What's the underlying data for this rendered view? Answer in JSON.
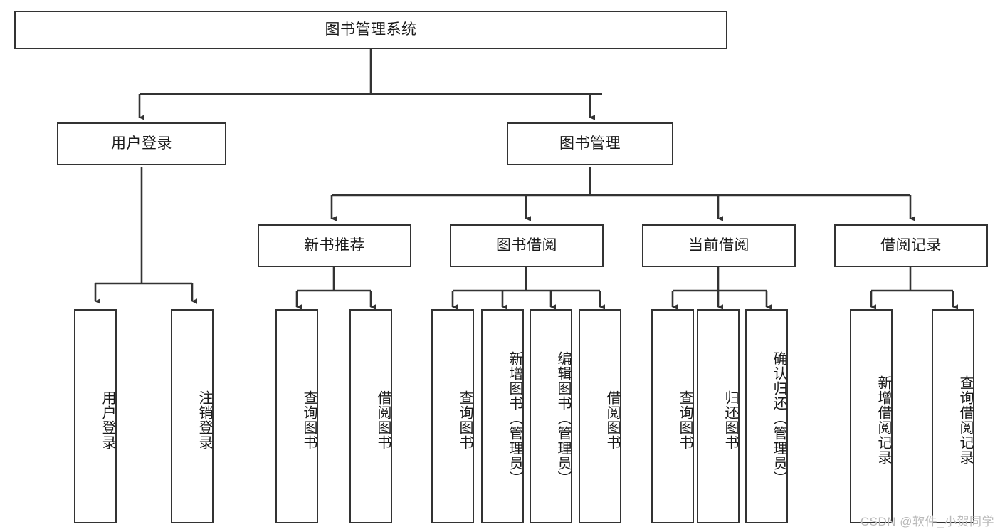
{
  "diagram": {
    "type": "tree-hierarchy",
    "title": "图书管理系统",
    "colors": {
      "box_border": "#333333",
      "box_fill": "#ffffff",
      "connector": "#333333",
      "text": "#1a1a1a",
      "watermark": "#b9b9b9"
    },
    "root": {
      "label": "图书管理系统",
      "name": "root-node"
    },
    "level2": [
      {
        "name": "node-user-login",
        "label": "用户登录"
      },
      {
        "name": "node-book-management",
        "label": "图书管理"
      }
    ],
    "level3": [
      {
        "name": "node-new-book-recommend",
        "label": "新书推荐"
      },
      {
        "name": "node-book-borrow",
        "label": "图书借阅"
      },
      {
        "name": "node-current-borrow",
        "label": "当前借阅"
      },
      {
        "name": "node-borrow-record",
        "label": "借阅记录"
      }
    ],
    "leaves": {
      "user_login": [
        {
          "name": "leaf-user-login",
          "label": "用户登录"
        },
        {
          "name": "leaf-logout-login",
          "label": "注销登录"
        }
      ],
      "new_book_recommend": [
        {
          "name": "leaf-query-book-recommend",
          "label": "查询图书"
        },
        {
          "name": "leaf-borrow-book-recommend",
          "label": "借阅图书"
        }
      ],
      "book_borrow": [
        {
          "name": "leaf-query-book-borrow",
          "label": "查询图书"
        },
        {
          "name": "leaf-add-book-admin",
          "label": "新增图书（管理员）"
        },
        {
          "name": "leaf-edit-book-admin",
          "label": "编辑图书（管理员）"
        },
        {
          "name": "leaf-borrow-book",
          "label": "借阅图书"
        }
      ],
      "current_borrow": [
        {
          "name": "leaf-query-book-current",
          "label": "查询图书"
        },
        {
          "name": "leaf-return-book",
          "label": "归还图书"
        },
        {
          "name": "leaf-confirm-return-admin",
          "label": "确认归还（管理员）"
        }
      ],
      "borrow_record": [
        {
          "name": "leaf-add-borrow-record",
          "label": "新增借阅记录"
        },
        {
          "name": "leaf-query-borrow-record",
          "label": "查询借阅记录"
        }
      ]
    },
    "watermark": "CSDN @软件_小贺同学"
  }
}
